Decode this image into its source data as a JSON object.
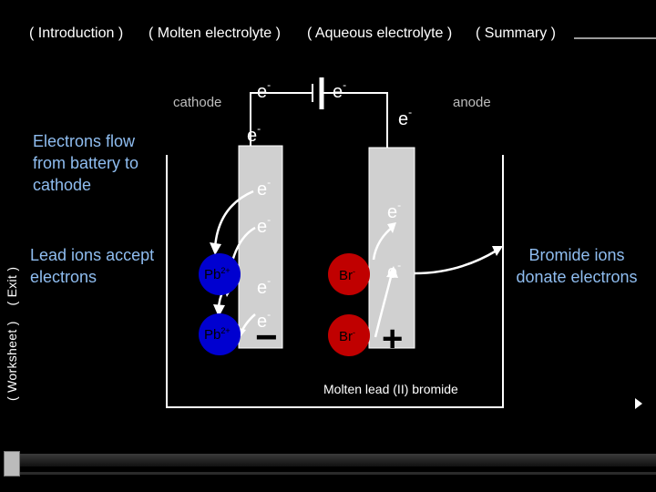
{
  "nav": {
    "intro": "( Introduction )",
    "molten": "( Molten electrolyte )",
    "aqueous": "( Aqueous electrolyte )",
    "summary": "( Summary )",
    "worksheet": "( Worksheet )",
    "exit": "( Exit )"
  },
  "diagram": {
    "cathode_label": "cathode",
    "anode_label": "anode",
    "electron": "e",
    "electron_sup": "-",
    "electrons_flow": "Electrons flow from battery to cathode",
    "lead_accept": "Lead ions accept electrons",
    "bromide_donate": "Bromide ions donate electrons",
    "pb_ion": "Pb",
    "pb_charge": "2+",
    "br_ion": "Br",
    "br_charge": "-",
    "minus_sign": "−",
    "plus_sign": "+",
    "caption": "Molten lead (II) bromide"
  },
  "colors": {
    "background": "#000000",
    "text_blue": "#8fbdf0",
    "lead_ion": "#0000d0",
    "bromide_ion": "#c00000",
    "electrode": "#d0d0d0"
  }
}
